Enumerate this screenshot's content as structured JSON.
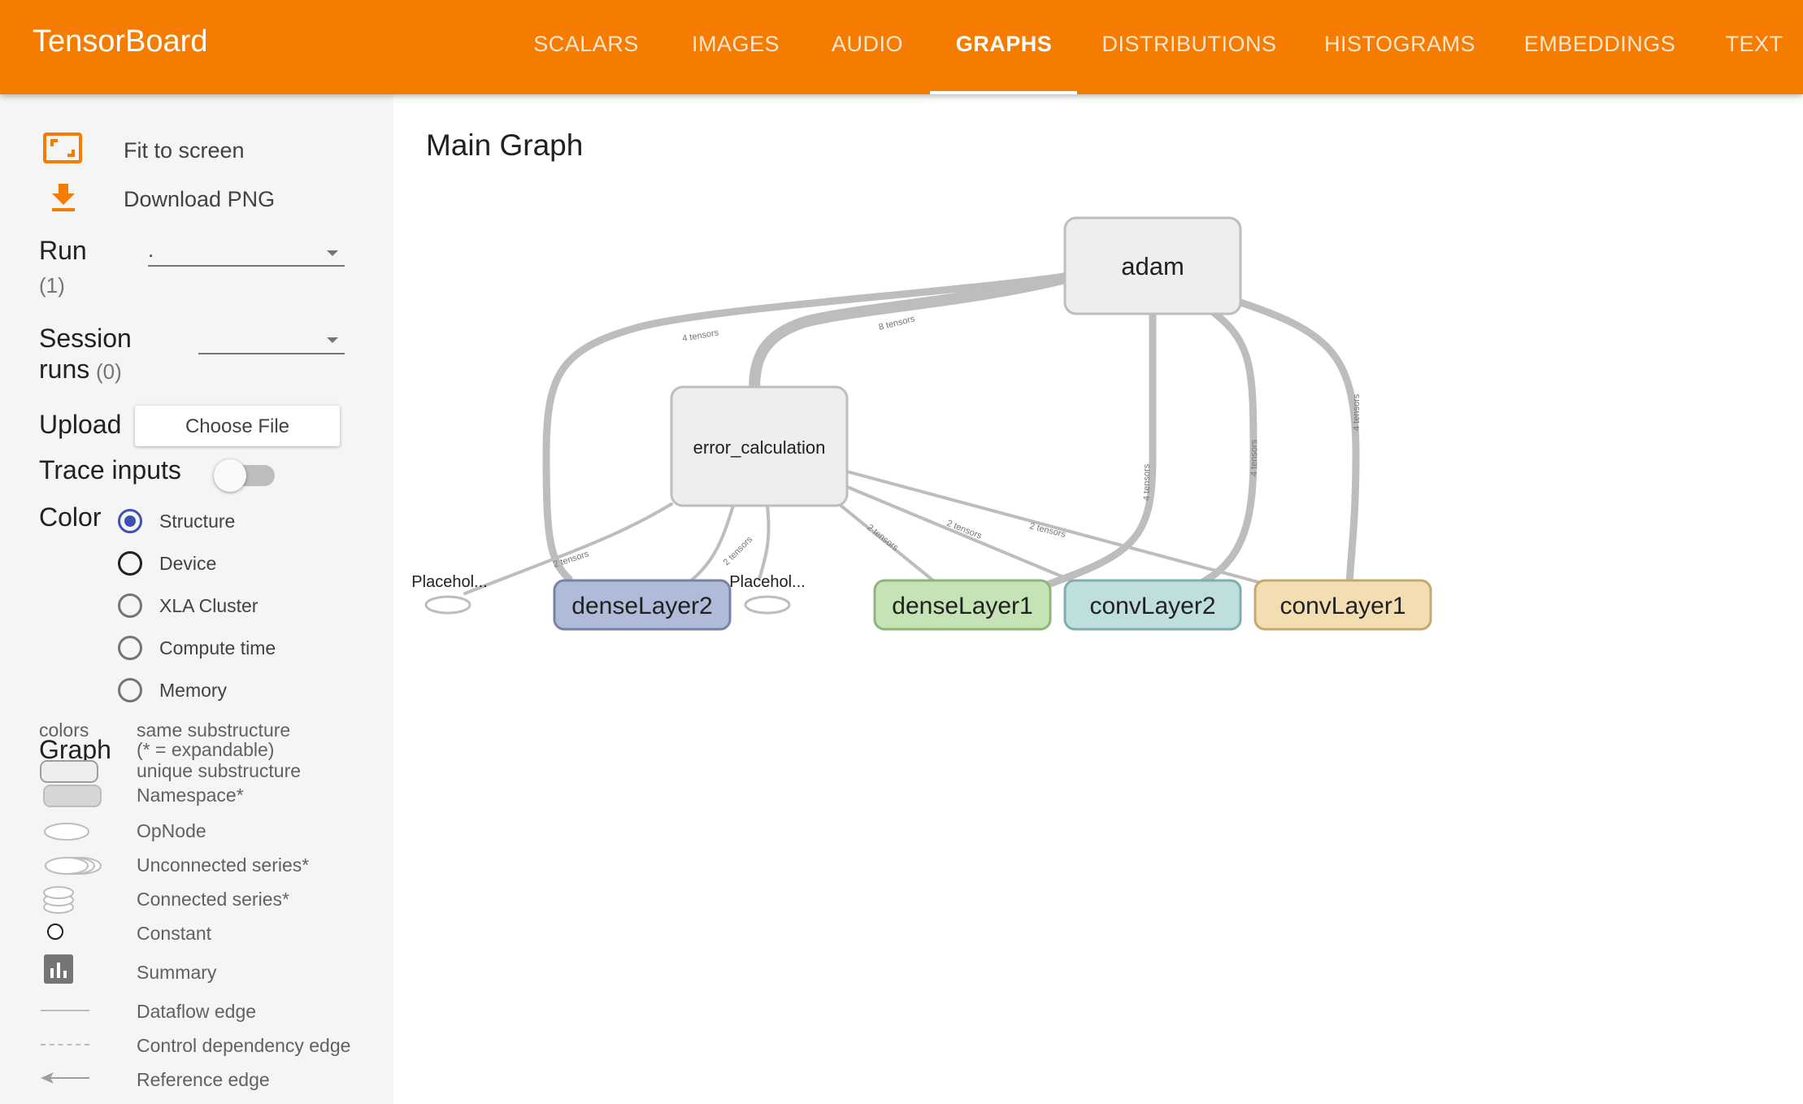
{
  "app": {
    "title": "TensorBoard"
  },
  "tabs": [
    {
      "label": "SCALARS"
    },
    {
      "label": "IMAGES"
    },
    {
      "label": "AUDIO"
    },
    {
      "label": "GRAPHS"
    },
    {
      "label": "DISTRIBUTIONS"
    },
    {
      "label": "HISTOGRAMS"
    },
    {
      "label": "EMBEDDINGS"
    },
    {
      "label": "TEXT"
    }
  ],
  "active_tab": "GRAPHS",
  "sidebar": {
    "fit_to_screen": "Fit to screen",
    "download_png": "Download PNG",
    "run_label": "Run",
    "run_count": "(1)",
    "run_value": ".",
    "session_label_1": "Session",
    "session_label_2": "runs",
    "session_count": "(0)",
    "session_value": "",
    "upload_label": "Upload",
    "choose_file": "Choose File",
    "trace_inputs": "Trace inputs",
    "color_label": "Color",
    "color_options": [
      "Structure",
      "Device",
      "XLA Cluster",
      "Compute time",
      "Memory"
    ],
    "color_selected": "Structure",
    "legend": {
      "colors_label": "colors",
      "graph_label": "Graph",
      "same_substructure": "same substructure",
      "expandable_note": "(* = expandable)",
      "unique_substructure": "unique substructure",
      "namespace": "Namespace*",
      "opnode": "OpNode",
      "unconnected_series": "Unconnected series*",
      "connected_series": "Connected series*",
      "constant": "Constant",
      "summary": "Summary",
      "dataflow_edge": "Dataflow edge",
      "control_dependency_edge": "Control dependency edge",
      "reference_edge": "Reference edge"
    }
  },
  "main": {
    "title": "Main Graph"
  },
  "graph": {
    "nodes": {
      "adam": "adam",
      "error_calculation": "error_calculation",
      "denseLayer2": "denseLayer2",
      "denseLayer1": "denseLayer1",
      "convLayer2": "convLayer2",
      "convLayer1": "convLayer1",
      "placeholder_1": "Placehol...",
      "placeholder_2": "Placehol..."
    },
    "edge_labels": {
      "adam_dense2": "4 tensors",
      "adam_error": "8 tensors",
      "adam_dense1": "4 tensors",
      "adam_conv2": "4 tensors",
      "adam_conv1": "4 tensors",
      "error_dense2": "2 tensors",
      "error_dense2_b": "2 tensors",
      "error_dense1": "2 tensors",
      "error_conv2": "2 tensors",
      "error_conv1": "2 tensors"
    },
    "colors": {
      "namespace_fill": "#eeeeee",
      "namespace_stroke": "#bdbdbd",
      "denseLayer2_fill": "#b0bbd9",
      "denseLayer2_stroke": "#7883a5",
      "denseLayer1_fill": "#c5e3b4",
      "denseLayer1_stroke": "#8fb47e",
      "convLayer2_fill": "#bfdede",
      "convLayer2_stroke": "#80aeb0",
      "convLayer1_fill": "#f2deb1",
      "convLayer1_stroke": "#c4a874",
      "edge": "#bdbdbd",
      "accent": "#f57c00"
    }
  }
}
